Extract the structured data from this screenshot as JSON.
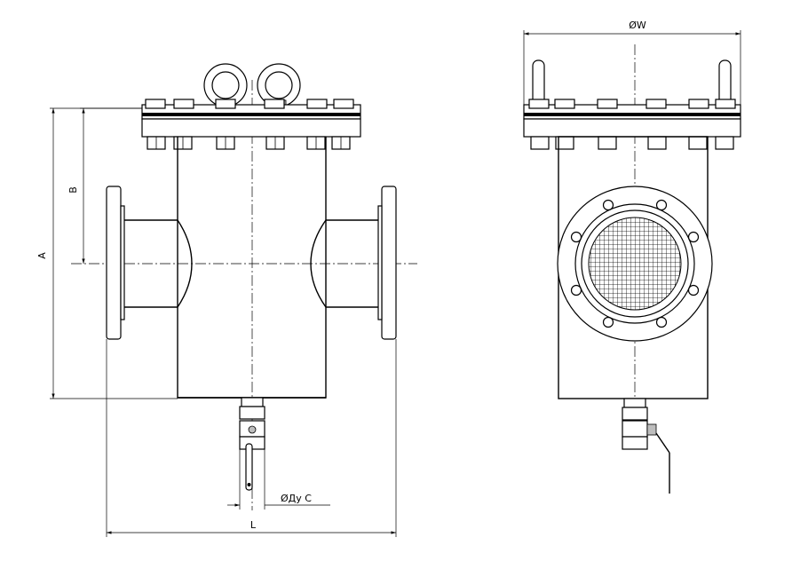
{
  "drawing": {
    "dimensions": {
      "width_label": "ØW",
      "height_A": "A",
      "height_B": "B",
      "length_L": "L",
      "drain_label": "ØДу C"
    }
  }
}
